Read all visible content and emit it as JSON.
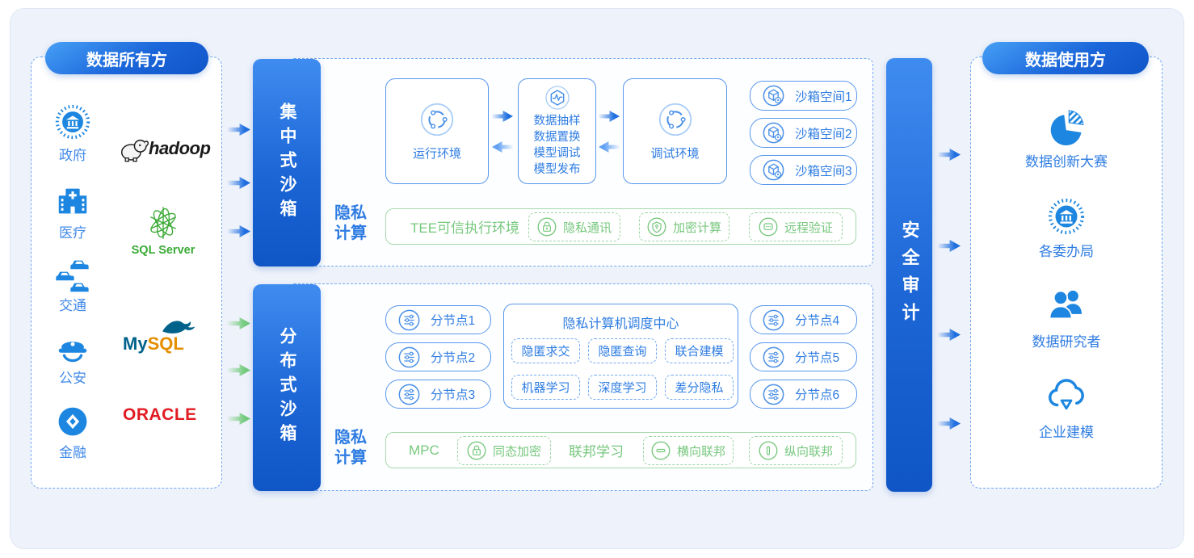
{
  "colors": {
    "primary_blue": "#1f6fe0",
    "light_blue_border": "#5896ec",
    "dashed_blue": "#6fa7f2",
    "green": "#76c77d",
    "green_border": "#a6d9ab",
    "icon_blue": "#1c86e0",
    "hadoop_black": "#1a1a1a",
    "sqlserver_green": "#3aaa35",
    "mysql_blue": "#00618a",
    "mysql_orange": "#e48e00",
    "oracle_red": "#e21b22",
    "card_bg": "#eef2fa"
  },
  "icons": {
    "government-icon": "laurel wreath around bank building",
    "hospital-icon": "hospital building with cross",
    "traffic-icon": "three cars",
    "police-icon": "police cap",
    "finance-icon": "coin with diamond",
    "sync-circle-icon": "circular cycle arrows",
    "hexagon-pulse-icon": "hexagon with pulse line",
    "cube-icon": "sandbox cube with gear",
    "sliders-icon": "circle with slider bars",
    "lock-icon": "padlock in circle",
    "shield-icon": "shield in circle",
    "message-icon": "message bubble with dots",
    "horizontal-bar-icon": "horizontal bar in circle",
    "vertical-bar-icon": "vertical bar in circle",
    "pie-chart-icon": "exploded pie chart",
    "researchers-icon": "two people",
    "cloud-modeling-icon": "cloud with down triangle"
  },
  "owners": {
    "title": "数据所有方",
    "sectors": [
      {
        "label": "政府",
        "icon": "government-icon"
      },
      {
        "label": "医疗",
        "icon": "hospital-icon"
      },
      {
        "label": "交通",
        "icon": "traffic-icon"
      },
      {
        "label": "公安",
        "icon": "police-icon"
      },
      {
        "label": "金融",
        "icon": "finance-icon"
      }
    ],
    "logos": {
      "hadoop": "hadoop",
      "sqlserver": "SQL Server",
      "mysql_my": "My",
      "mysql_sql": "SQL",
      "oracle": "ORACLE"
    }
  },
  "centralized_sandbox": {
    "bar": "集中式沙箱",
    "privacy_label": "隐私计算",
    "run_env": "运行环境",
    "pipeline": [
      "数据抽样",
      "数据置换",
      "模型调试",
      "模型发布"
    ],
    "debug_env": "调试环境",
    "spaces": [
      "沙箱空间1",
      "沙箱空间2",
      "沙箱空间3"
    ],
    "tee": {
      "label": "TEE可信执行环境",
      "chips": [
        "隐私通讯",
        "加密计算",
        "远程验证"
      ]
    }
  },
  "distributed_sandbox": {
    "bar": "分布式沙箱",
    "privacy_label": "隐私计算",
    "nodes_left": [
      "分节点1",
      "分节点2",
      "分节点3"
    ],
    "nodes_right": [
      "分节点4",
      "分节点5",
      "分节点6"
    ],
    "scheduler": {
      "title": "隐私计算机调度中心",
      "chips": [
        "隐匿求交",
        "隐匿查询",
        "联合建模",
        "机器学习",
        "深度学习",
        "差分隐私"
      ]
    },
    "mpc": {
      "mpc_label": "MPC",
      "chip_homomorphic": "同态加密",
      "federated_label": "联邦学习",
      "chip_horizontal": "横向联邦",
      "chip_vertical": "纵向联邦"
    }
  },
  "audit": {
    "bar": "安全审计"
  },
  "users": {
    "title": "数据使用方",
    "items": [
      {
        "label": "数据创新大赛",
        "icon": "pie-chart-icon"
      },
      {
        "label": "各委办局",
        "icon": "government-icon"
      },
      {
        "label": "数据研究者",
        "icon": "researchers-icon"
      },
      {
        "label": "企业建模",
        "icon": "cloud-modeling-icon"
      }
    ]
  }
}
